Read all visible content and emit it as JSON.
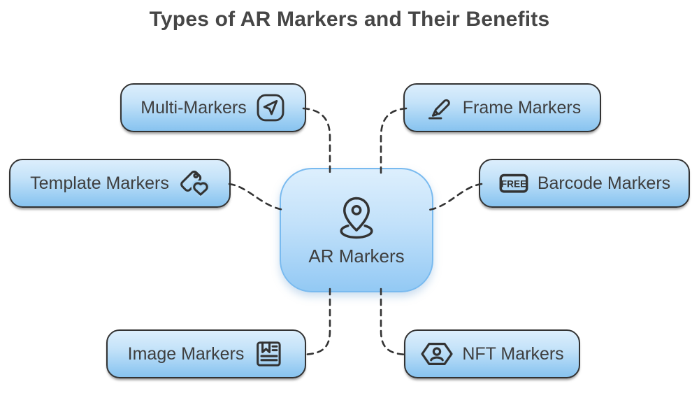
{
  "title": "Types of AR Markers and Their Benefits",
  "center_node": {
    "label": "AR Markers",
    "icon": "location-pin-ripple-icon"
  },
  "nodes": [
    {
      "label": "Multi-Markers",
      "icon": "send-arrow-icon",
      "icon_position": "right"
    },
    {
      "label": "Frame Markers",
      "icon": "highlighter-icon",
      "icon_position": "left"
    },
    {
      "label": "Template Markers",
      "icon": "tag-heart-icon",
      "icon_position": "right"
    },
    {
      "label": "Barcode Markers",
      "icon": "free-badge-icon",
      "icon_position": "left",
      "badge_text": "FREE"
    },
    {
      "label": "Image Markers",
      "icon": "article-bookmark-icon",
      "icon_position": "right"
    },
    {
      "label": "NFT Markers",
      "icon": "hexagon-person-icon",
      "icon_position": "left"
    }
  ],
  "colors": {
    "node_border": "#333333",
    "node_fill_top": "#dceefc",
    "node_fill_bottom": "#88c3ef",
    "center_border": "#79baef",
    "center_fill_top": "#ddeffd",
    "center_fill_bottom": "#93c9f4",
    "connector": "#333333",
    "label_text": "#3e3e3e",
    "title_text": "#464646"
  }
}
